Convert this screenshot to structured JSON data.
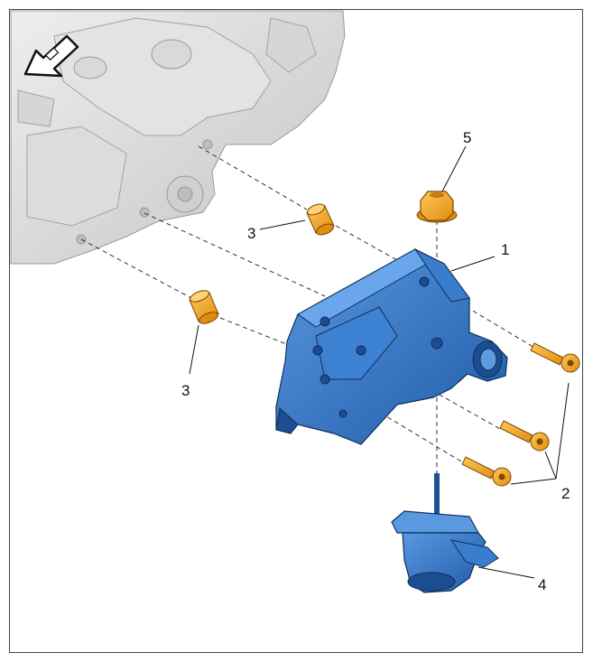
{
  "diagram": {
    "callouts": [
      {
        "id": "1",
        "label": "1",
        "part": "mount-bracket"
      },
      {
        "id": "2",
        "label": "2",
        "part": "bolts"
      },
      {
        "id": "3a",
        "label": "3",
        "part": "bushing-upper"
      },
      {
        "id": "3b",
        "label": "3",
        "part": "bushing-lower"
      },
      {
        "id": "4",
        "label": "4",
        "part": "engine-mount"
      },
      {
        "id": "5",
        "label": "5",
        "part": "nut"
      }
    ],
    "colors": {
      "bracket_blue": "#2f72c4",
      "bracket_dark": "#1d4f93",
      "fastener_orange": "#f5a623",
      "engine_gray": "#d7d7d7",
      "line": "#333333"
    },
    "icons": {
      "direction": "vehicle-forward-arrow-icon"
    }
  }
}
